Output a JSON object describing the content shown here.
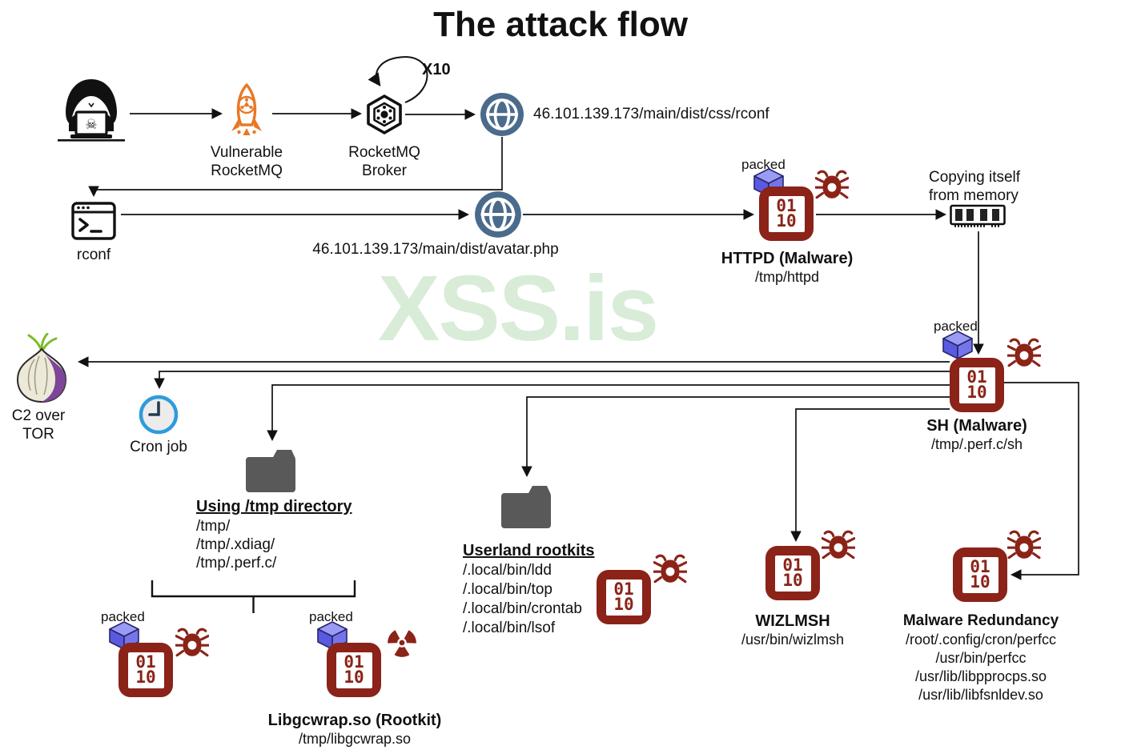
{
  "title": "The attack flow",
  "watermark": "XSS.is",
  "colors": {
    "malware_red": "#8B2318",
    "globe_blue": "#4A6B8C",
    "rocket_orange": "#E87825",
    "cube_blue": "#7070E8",
    "folder_gray": "#595959",
    "clock_blue": "#2D9CDB",
    "onion_purple": "#7D4698",
    "sprout_green": "#7CBB2A",
    "watermark_green": "#D8ECD8"
  },
  "rocketmq": {
    "line1": "Vulnerable",
    "line2": "RocketMQ"
  },
  "broker": {
    "line1": "RocketMQ",
    "line2": "Broker",
    "loop": "X10"
  },
  "urls": {
    "rconf": "46.101.139.173/main/dist/css/rconf",
    "avatar": "46.101.139.173/main/dist/avatar.php"
  },
  "rconf_label": "rconf",
  "packed_label": "packed",
  "binary_glyph": {
    "row1": "01",
    "row2": "10"
  },
  "httpd": {
    "name": "HTTPD (Malware)",
    "path": "/tmp/httpd"
  },
  "memory": {
    "line1": "Copying itself",
    "line2": "from memory"
  },
  "sh": {
    "name": "SH (Malware)",
    "path": "/tmp/.perf.c/sh"
  },
  "c2": {
    "line1": "C2 over",
    "line2": "TOR"
  },
  "cron": {
    "label": "Cron job"
  },
  "tmp_dir": {
    "title": "Using /tmp directory",
    "paths": [
      "/tmp/",
      "/tmp/.xdiag/",
      "/tmp/.perf.c/"
    ]
  },
  "userland": {
    "title": "Userland rootkits",
    "paths": [
      "/.local/bin/ldd",
      "/.local/bin/top",
      "/.local/bin/crontab",
      "/.local/bin/lsof"
    ]
  },
  "wizlmsh": {
    "name": "WIZLMSH",
    "path": "/usr/bin/wizlmsh"
  },
  "redundancy": {
    "name": "Malware Redundancy",
    "paths": [
      "/root/.config/cron/perfcc",
      "/usr/bin/perfcc",
      "/usr/lib/libpprocps.so",
      "/usr/lib/libfsnldev.so"
    ]
  },
  "libgcwrap": {
    "name": "Libgcwrap.so (Rootkit)",
    "path": "/tmp/libgcwrap.so"
  }
}
